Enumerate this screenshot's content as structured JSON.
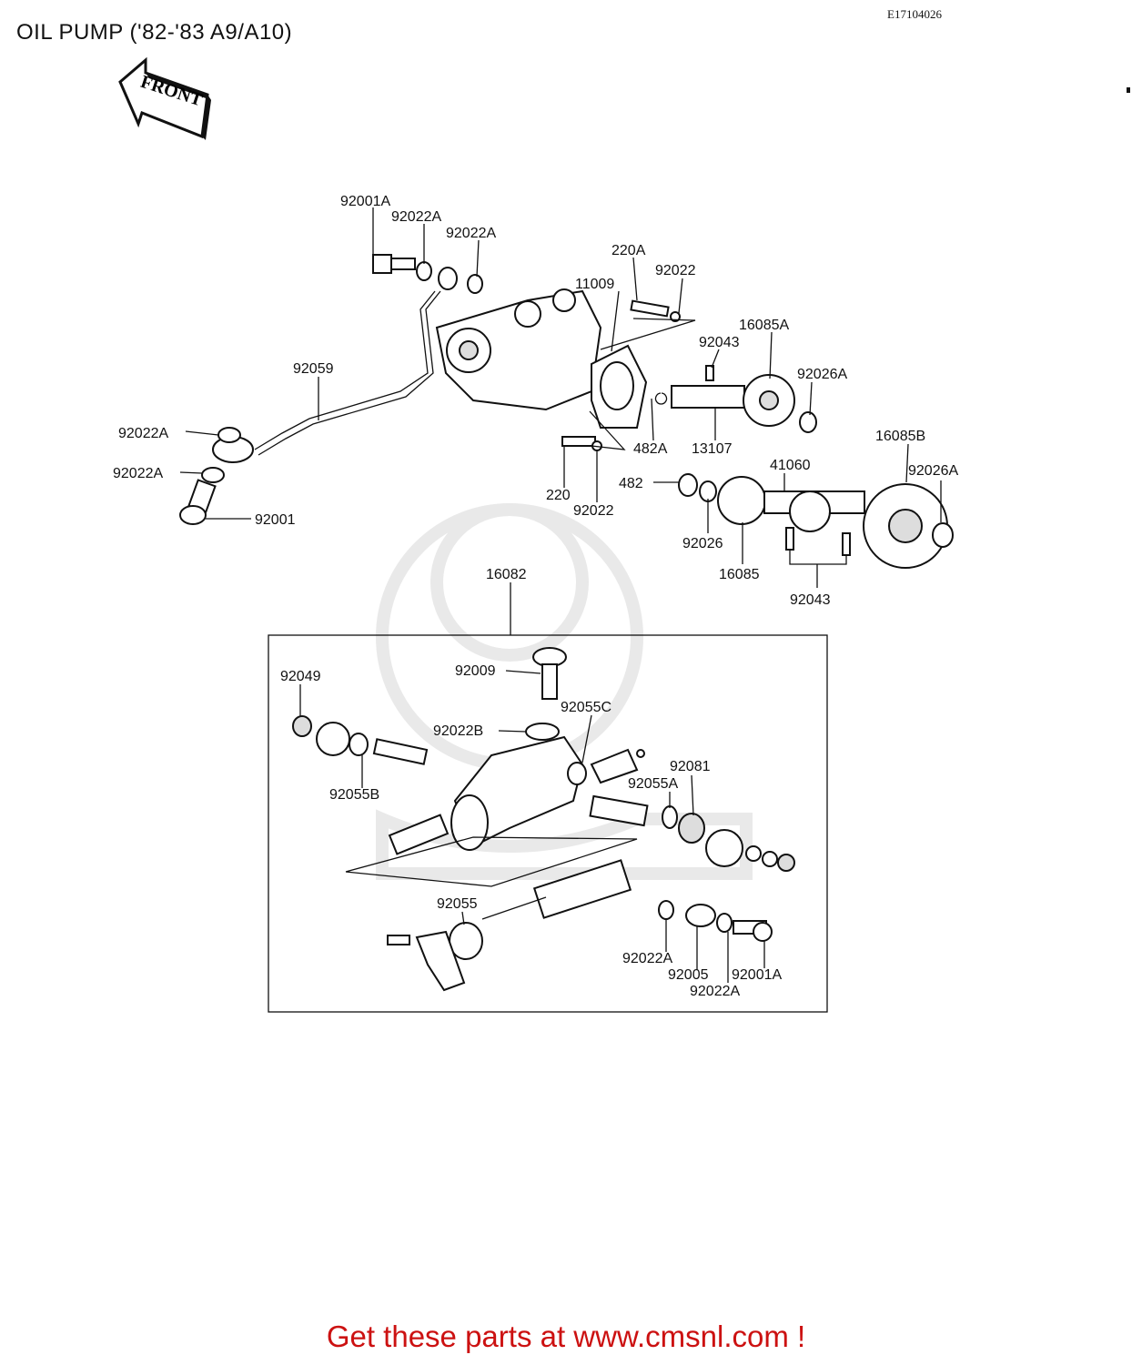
{
  "title": "OIL PUMP ('82-'83 A9/A10)",
  "diagram_code": "E17104026",
  "front_label": "FRONT",
  "cta": "Get these parts at www.cmsnl.com !",
  "labels": {
    "l92001A_top": "92001A",
    "l92022A_1": "92022A",
    "l92022A_2": "92022A",
    "l220A": "220A",
    "l11009": "11009",
    "l92022_top": "92022",
    "l16085A": "16085A",
    "l92043_top": "92043",
    "l92026A_top": "92026A",
    "l92059": "92059",
    "l92022A_left1": "92022A",
    "l92022A_left2": "92022A",
    "l92001": "92001",
    "l482A": "482A",
    "l13107": "13107",
    "l16085B": "16085B",
    "l92026A_right": "92026A",
    "l41060": "41060",
    "l482": "482",
    "l220": "220",
    "l92022_mid": "92022",
    "l92026": "92026",
    "l16085": "16085",
    "l92043_bottom": "92043",
    "l16082": "16082",
    "l92049": "92049",
    "l92009": "92009",
    "l92055C": "92055C",
    "l92022B": "92022B",
    "l92081": "92081",
    "l92055A": "92055A",
    "l92055B": "92055B",
    "l92055": "92055",
    "l92022A_bot1": "92022A",
    "l92005": "92005",
    "l92001A_bot": "92001A",
    "l92022A_bot2": "92022A"
  }
}
